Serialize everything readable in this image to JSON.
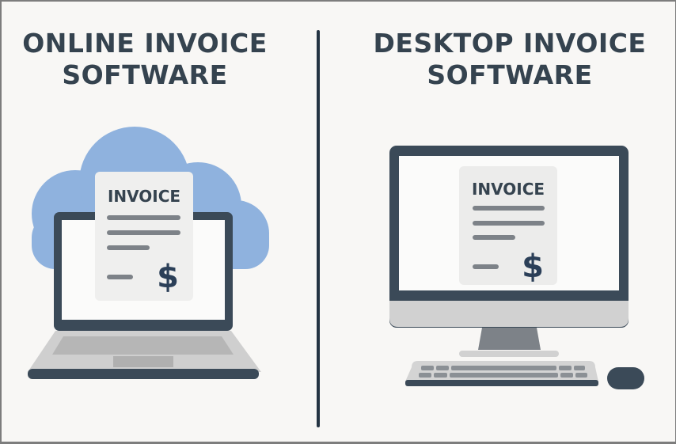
{
  "panels": {
    "online": {
      "title_line1": "ONLINE INVOICE",
      "title_line2": "SOFTWARE",
      "illustration": "laptop-with-cloud",
      "document": {
        "heading": "INVOICE",
        "currency_symbol": "$"
      }
    },
    "desktop": {
      "title_line1": "DESKTOP INVOICE",
      "title_line2": "SOFTWARE",
      "illustration": "desktop-monitor-keyboard-mouse",
      "document": {
        "heading": "INVOICE",
        "currency_symbol": "$"
      }
    }
  },
  "colors": {
    "background": "#f8f7f5",
    "text_dark": "#35434f",
    "frame_dark": "#3b4a58",
    "cloud_blue": "#8fb2de",
    "device_gray": "#cdcdcd",
    "line_gray": "#7d8288",
    "dollar_navy": "#2b3f58"
  }
}
